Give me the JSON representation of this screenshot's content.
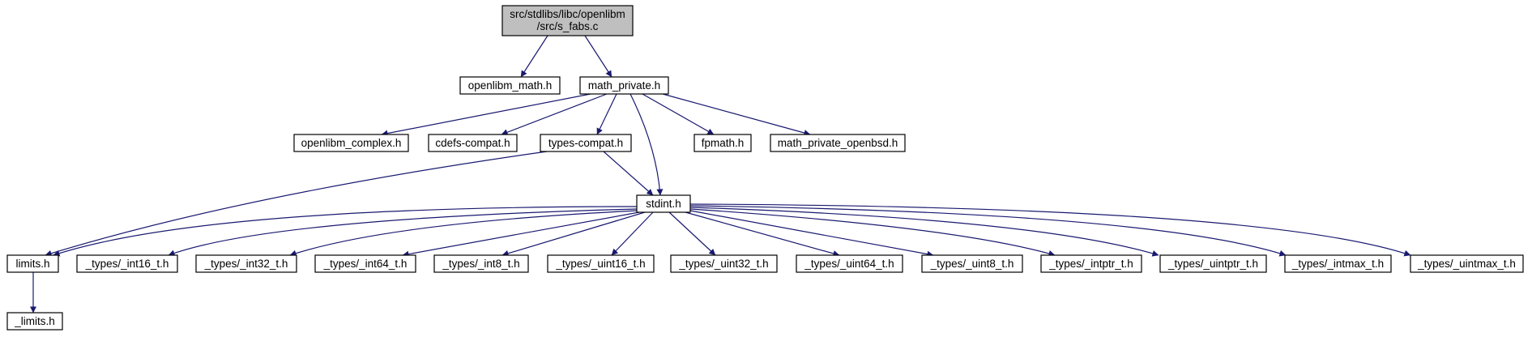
{
  "graph": {
    "title_lines": [
      "src/stdlibs/libc/openlibm",
      "/src/s_fabs.c"
    ],
    "nodes": {
      "root": "src/stdlibs/libc/openlibm /src/s_fabs.c",
      "openlibm_math": "openlibm_math.h",
      "math_private": "math_private.h",
      "openlibm_complex": "openlibm_complex.h",
      "cdefs_compat": "cdefs-compat.h",
      "types_compat": "types-compat.h",
      "fpmath": "fpmath.h",
      "math_private_openbsd": "math_private_openbsd.h",
      "stdint": "stdint.h",
      "limits": "limits.h",
      "int16": "_types/_int16_t.h",
      "int32": "_types/_int32_t.h",
      "int64": "_types/_int64_t.h",
      "int8": "_types/_int8_t.h",
      "uint16": "_types/_uint16_t.h",
      "uint32": "_types/_uint32_t.h",
      "uint64": "_types/_uint64_t.h",
      "uint8": "_types/_uint8_t.h",
      "intptr": "_types/_intptr_t.h",
      "uintptr": "_types/_uintptr_t.h",
      "intmax": "_types/_intmax_t.h",
      "uintmax": "_types/_uintmax_t.h",
      "_limits": "_limits.h"
    },
    "edges": [
      [
        "root",
        "openlibm_math"
      ],
      [
        "root",
        "math_private"
      ],
      [
        "math_private",
        "openlibm_complex"
      ],
      [
        "math_private",
        "cdefs_compat"
      ],
      [
        "math_private",
        "types_compat"
      ],
      [
        "math_private",
        "stdint"
      ],
      [
        "math_private",
        "fpmath"
      ],
      [
        "math_private",
        "math_private_openbsd"
      ],
      [
        "types_compat",
        "limits"
      ],
      [
        "types_compat",
        "stdint"
      ],
      [
        "stdint",
        "limits"
      ],
      [
        "stdint",
        "int16"
      ],
      [
        "stdint",
        "int32"
      ],
      [
        "stdint",
        "int64"
      ],
      [
        "stdint",
        "int8"
      ],
      [
        "stdint",
        "uint16"
      ],
      [
        "stdint",
        "uint32"
      ],
      [
        "stdint",
        "uint64"
      ],
      [
        "stdint",
        "uint8"
      ],
      [
        "stdint",
        "intptr"
      ],
      [
        "stdint",
        "uintptr"
      ],
      [
        "stdint",
        "intmax"
      ],
      [
        "stdint",
        "uintmax"
      ],
      [
        "limits",
        "_limits"
      ]
    ],
    "colors": {
      "edge": "#191970",
      "root_fill": "#bfbfbf",
      "node_fill": "#ffffff"
    }
  }
}
